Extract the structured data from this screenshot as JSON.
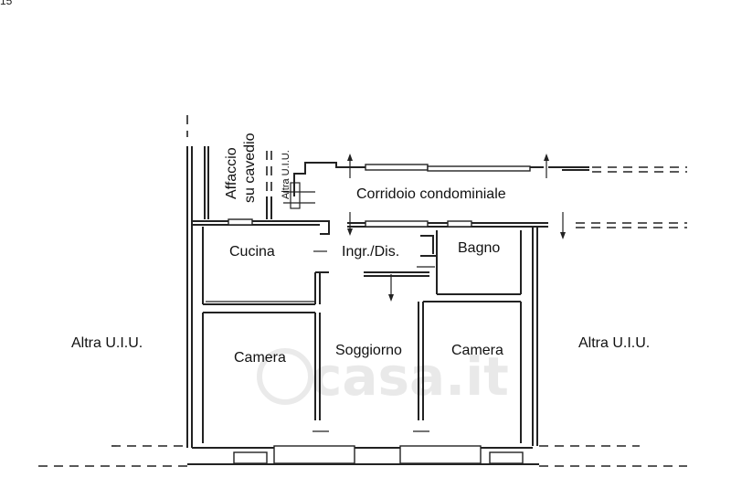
{
  "corner_mark": "15",
  "labels": {
    "affaccio_line1": "Affaccio",
    "affaccio_line2": "su cavedio",
    "altra_uiu_vertical": "Altra U.I.U.",
    "corridoio": "Corridoio condominiale",
    "cucina": "Cucina",
    "ingresso": "Ingr./Dis.",
    "bagno": "Bagno",
    "camera_left": "Camera",
    "soggiorno": "Soggiorno",
    "camera_right": "Camera",
    "altra_uiu_left": "Altra U.I.U.",
    "altra_uiu_right": "Altra U.I.U."
  },
  "watermark": {
    "logo_text": "casa.it"
  }
}
